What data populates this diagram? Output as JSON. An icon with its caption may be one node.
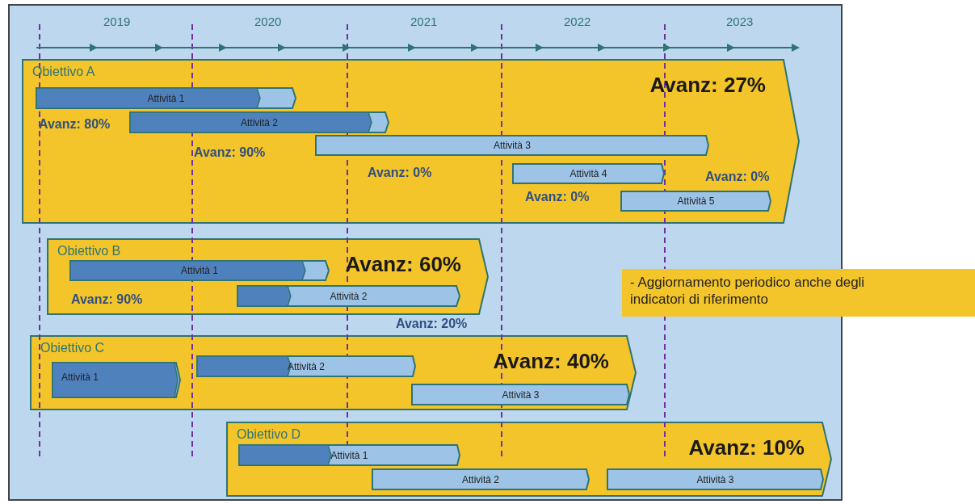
{
  "diagram": {
    "nodes": [
      {
        "text": [
          "Obiettivo A",
          "Avanz: 27%"
        ]
      },
      {
        "text": [
          "Attività 1"
        ],
        "in": 0,
        "beside": [
          "Avanz: 80%"
        ]
      },
      {
        "text": [
          "Attività 2"
        ],
        "in": 0,
        "beside": [
          "Avanz: 90%"
        ]
      },
      {
        "text": [
          "Attività 3"
        ],
        "in": 0,
        "beside": [
          "Avanz: 0%"
        ]
      },
      {
        "text": [
          "Attività 4"
        ],
        "in": 0,
        "beside": [
          "Avanz: 0%"
        ]
      },
      {
        "text": [
          "Attività 5"
        ],
        "in": 0,
        "beside": [
          "Avanz: 0%"
        ]
      },
      {
        "text": [
          "Obiettivo B",
          "Avanz: 60%"
        ]
      },
      {
        "text": [
          "Attività 1"
        ],
        "in": 6,
        "beside": [
          "Avanz: 90%"
        ]
      },
      {
        "text": [
          "Attività 2"
        ],
        "in": 6,
        "beside": [
          "Avanz: 20%"
        ]
      },
      {
        "text": [
          "Obiettivo C",
          "Avanz: 40%"
        ]
      },
      {
        "text": [
          "Attività 1"
        ],
        "in": 9
      },
      {
        "text": [
          "Attività 2"
        ],
        "in": 9
      },
      {
        "text": [
          "Attività 3"
        ],
        "in": 9
      },
      {
        "text": [
          "Obiettivo D",
          "Avanz: 10%"
        ]
      },
      {
        "text": [
          "Attività 1"
        ],
        "in": 13
      },
      {
        "text": [
          "Attività 2"
        ],
        "in": 13
      },
      {
        "text": [
          "Attività 3"
        ],
        "in": 13
      },
      {
        "text": [
          "- Aggiornamento periodico anche degli indicatori di riferimento"
        ]
      }
    ],
    "edges": [],
    "labels": [
      "2019",
      "2020",
      "2021",
      "2022",
      "2023"
    ]
  }
}
